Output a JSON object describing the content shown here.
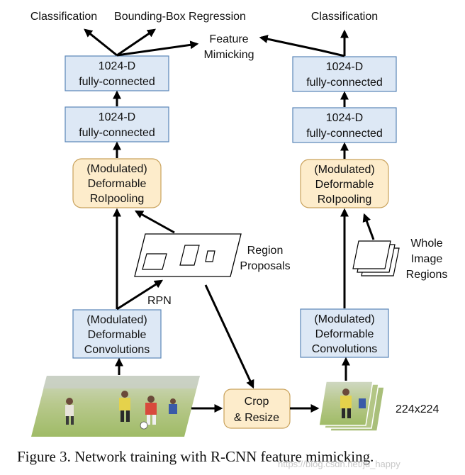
{
  "left_column": {
    "outputs": [
      "Classification",
      "Bounding-Box Regression"
    ],
    "fc_top": [
      "1024-D",
      "fully-connected"
    ],
    "fc_bottom": [
      "1024-D",
      "fully-connected"
    ],
    "roipool": [
      "(Modulated)",
      "Deformable",
      "RoIpooling"
    ],
    "conv": [
      "(Modulated)",
      "Deformable",
      "Convolutions"
    ],
    "rpn_label": "RPN"
  },
  "right_column": {
    "output": "Classification",
    "fc_top": [
      "1024-D",
      "fully-connected"
    ],
    "fc_bottom": [
      "1024-D",
      "fully-connected"
    ],
    "roipool": [
      "(Modulated)",
      "Deformable",
      "RoIpooling"
    ],
    "conv": [
      "(Modulated)",
      "Deformable",
      "Convolutions"
    ]
  },
  "feature_mimicking": [
    "Feature",
    "Mimicking"
  ],
  "region_proposals": [
    "Region",
    "Proposals"
  ],
  "whole_image_regions": [
    "Whole",
    "Image",
    "Regions"
  ],
  "crop_resize": [
    "Crop",
    "& Resize"
  ],
  "crop_size": "224x224",
  "caption": "Figure 3. Network training with R-CNN feature mimicking.",
  "watermark": "https://blog.csdn.net/ju_happy",
  "colors": {
    "blue_fill": "#dde8f5",
    "blue_stroke": "#5a86b8",
    "yellow_fill": "#fdeccb",
    "yellow_stroke": "#c9a25c"
  }
}
